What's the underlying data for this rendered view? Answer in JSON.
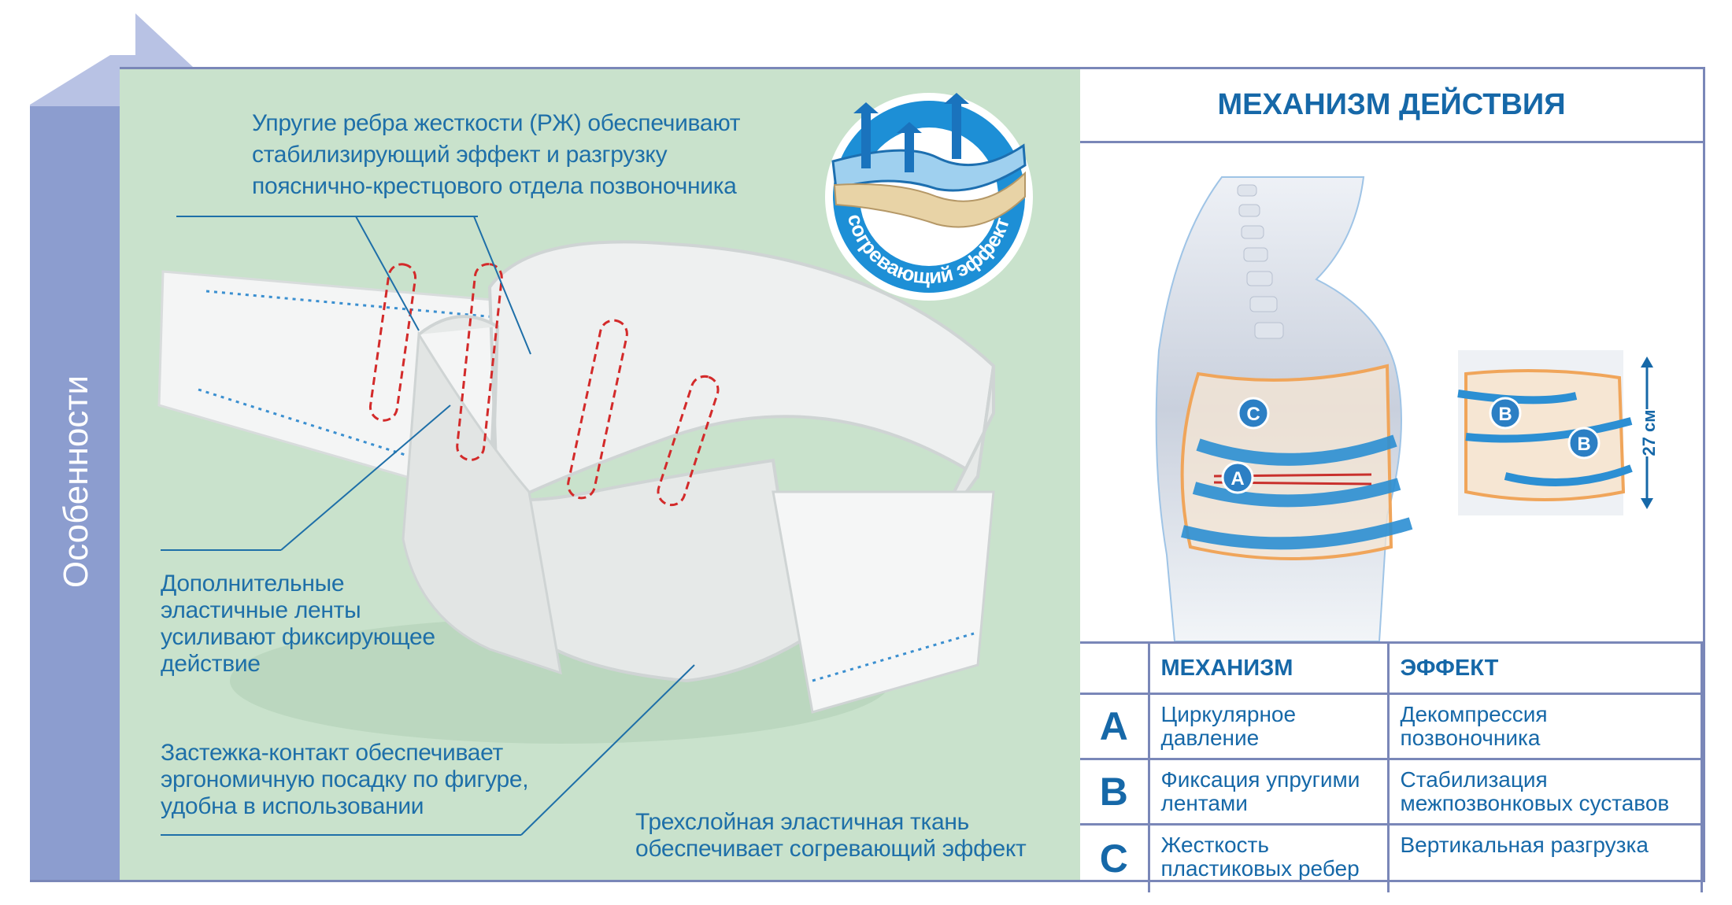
{
  "sidebar": {
    "label": "Особенности"
  },
  "features": {
    "ribs": [
      "Упругие ребра жесткости (РЖ) обеспечивают",
      "стабилизирующий эффект и разгрузку",
      "пояснично-крестцового отдела позвоночника"
    ],
    "bands": [
      "Дополнительные",
      "эластичные ленты",
      "усиливают фиксирующее",
      "действие"
    ],
    "fastener": [
      "Застежка-контакт обеспечивает",
      "эргономичную посадку по фигуре,",
      "удобна в использовании"
    ],
    "fabric": [
      "Трехслойная эластичная ткань",
      "обеспечивает согревающий эффект"
    ]
  },
  "badge": {
    "text": "согревающий эффект"
  },
  "mechanism": {
    "title": "МЕХАНИЗМ ДЕЙСТВИЯ",
    "height_label": "27 см",
    "markers": {
      "a": "A",
      "b": "B",
      "c": "C"
    },
    "table": {
      "headers": {
        "mechanism": "МЕХАНИЗМ",
        "effect": "ЭФФЕКТ"
      },
      "rows": [
        {
          "letter": "A",
          "mechanism": "Циркулярное давление",
          "effect": "Декомпрессия позвоночника"
        },
        {
          "letter": "B",
          "mechanism": "Фиксация упругими лентами",
          "effect": "Стабилизация межпозвонковых суставов"
        },
        {
          "letter": "C",
          "mechanism": "Жесткость пластиковых ребер",
          "effect": "Вертикальная разгрузка"
        }
      ]
    }
  },
  "colors": {
    "accent": "#1668a8",
    "panel_green": "#c9e2cc",
    "sidebar": "#8c9dcf",
    "arrow": "#b8c2e4",
    "border": "#7a87b8"
  }
}
